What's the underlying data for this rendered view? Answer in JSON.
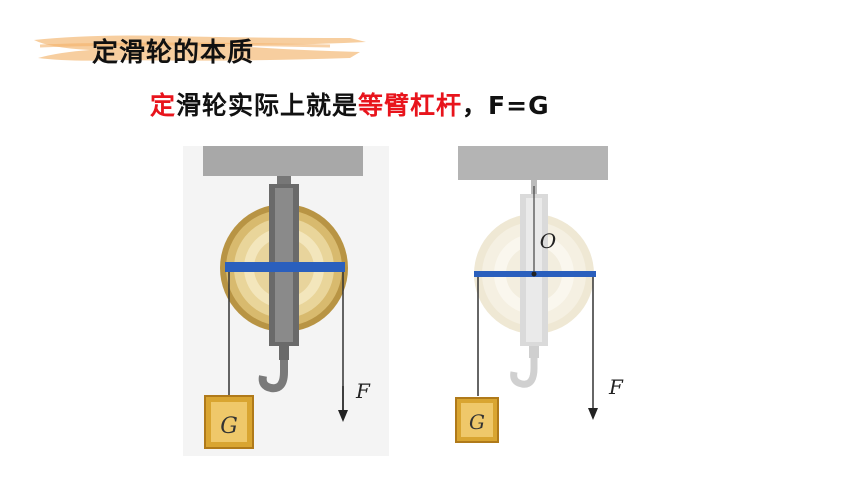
{
  "slide": {
    "title": "定滑轮的本质",
    "statement": {
      "part1_red": "定",
      "part2": "滑轮实际上就是",
      "part3_red": "等臂杠杆",
      "part4": "，F=G"
    }
  },
  "figures": {
    "left": {
      "weight_label": "G",
      "force_label": "F"
    },
    "right": {
      "fulcrum_label": "O",
      "weight_label": "G",
      "force_label": "F"
    }
  },
  "colors": {
    "accent_red": "#e8141c",
    "lever_arm_blue": "#2a5fbd",
    "title_brush": "#f6c68e"
  }
}
